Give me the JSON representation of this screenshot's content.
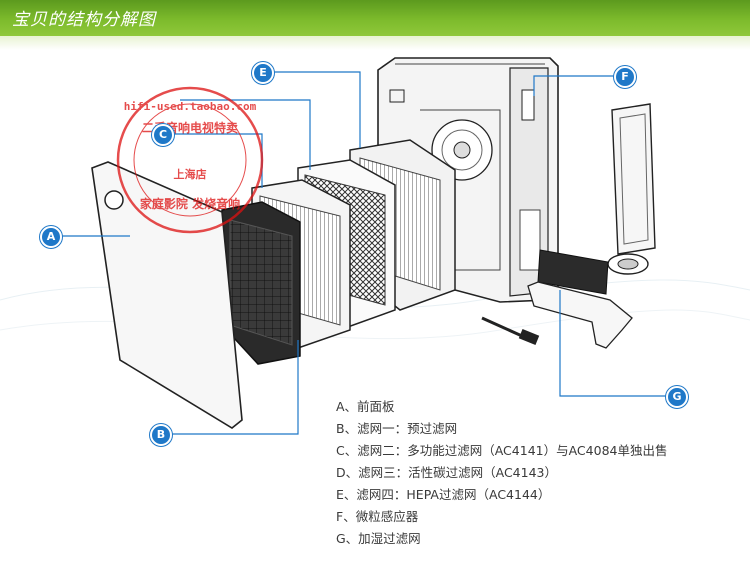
{
  "header": {
    "title": "宝贝的结构分解图"
  },
  "callouts": {
    "A": "A",
    "B": "B",
    "C": "C",
    "E": "E",
    "F": "F",
    "G": "G"
  },
  "legend": [
    "A、前面板",
    "B、滤网一：预过滤网",
    "C、滤网二：多功能过滤网（AC4141）与AC4084单独出售",
    "D、滤网三：活性碳过滤网（AC4143）",
    "E、滤网四：HEPA过滤网（AC4144）",
    "F、微粒感应器",
    "G、加湿过滤网"
  ],
  "stamp": {
    "outer_text": "hifi-used.taobao.com",
    "inner_text": "二手音响电视特卖",
    "center_text": "上海店",
    "bottom_text": "家庭影院 发烧音响"
  },
  "colors": {
    "header_green": "#7dbb2c",
    "callout_blue": "#1f78c8",
    "stamp_red": "#dd1111",
    "leader_blue": "#1f78c8"
  }
}
